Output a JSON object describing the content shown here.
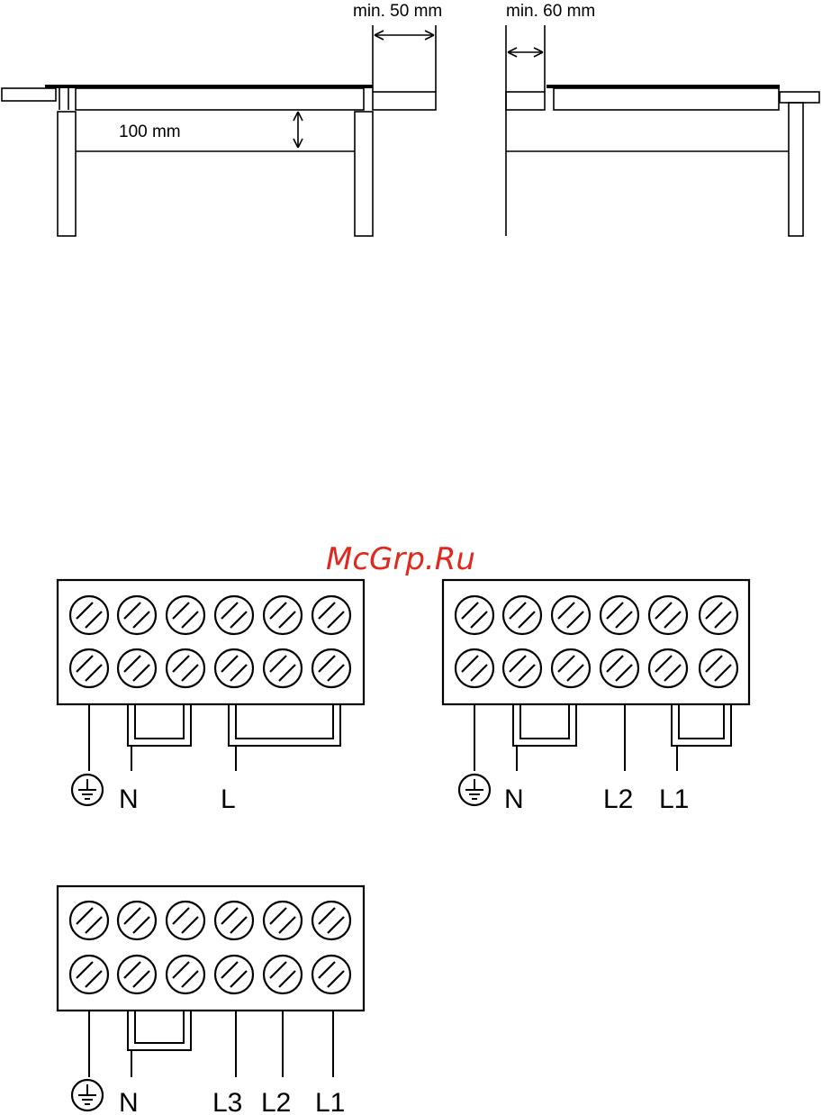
{
  "installation": {
    "dim_left_gap": "min. 50 mm",
    "dim_right_gap": "min. 60 mm",
    "dim_height": "100 mm"
  },
  "watermark": "McGrp.Ru",
  "connections": [
    {
      "terminals": [
        "N",
        "L"
      ]
    },
    {
      "terminals": [
        "N",
        "L2",
        "L1"
      ]
    },
    {
      "terminals": [
        "N",
        "L3",
        "L2",
        "L1"
      ]
    }
  ],
  "icons": {
    "ground": "earth-ground-icon",
    "screw": "terminal-screw-icon"
  }
}
